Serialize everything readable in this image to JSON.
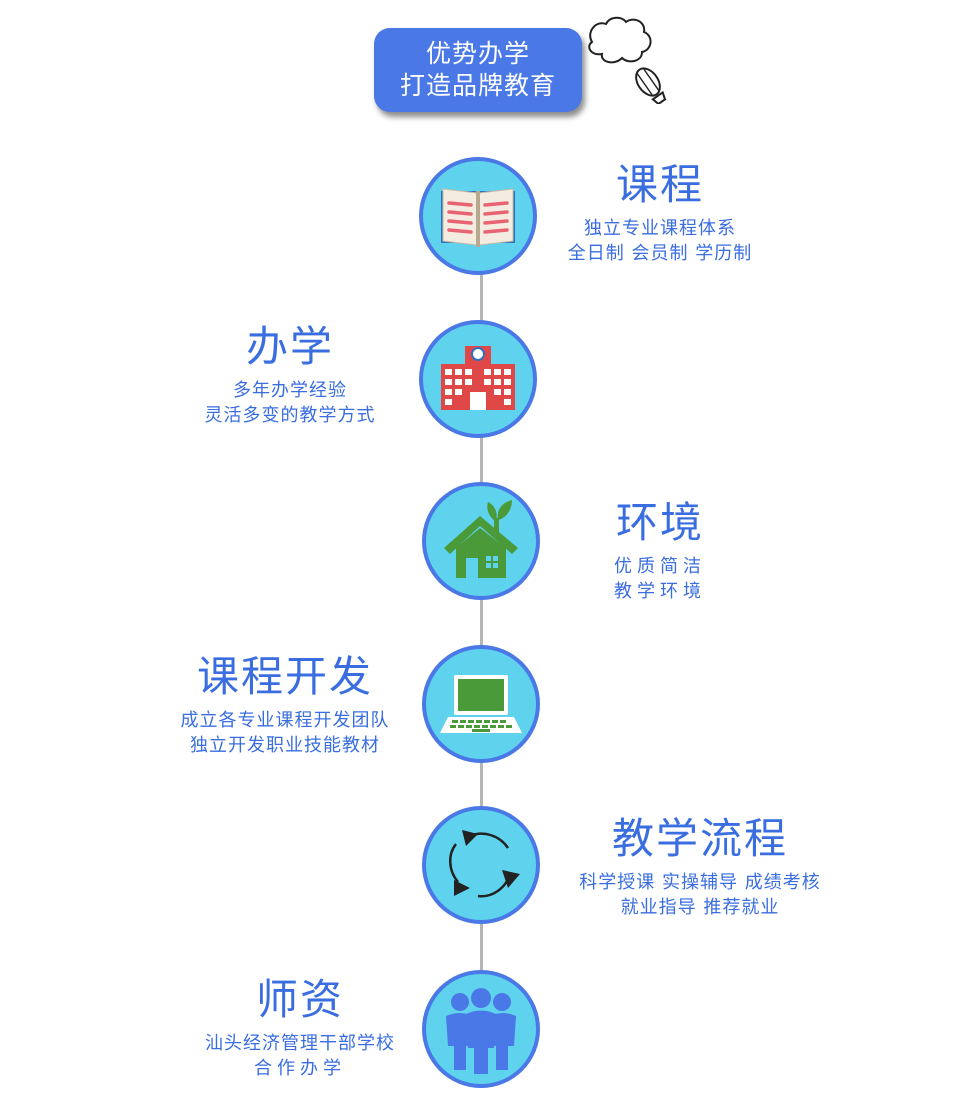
{
  "header": {
    "line1": "优势办学",
    "line2": "打造品牌教育"
  },
  "colors": {
    "accent": "#4a78e6",
    "node_fill": "#5fd3ee",
    "line": "#b5b5b5"
  },
  "items": [
    {
      "icon": "open-book-icon",
      "title": "课程",
      "desc1": "独立专业课程体系",
      "desc2": "全日制 会员制 学历制"
    },
    {
      "icon": "school-building-icon",
      "title": "办学",
      "desc1": "多年办学经验",
      "desc2": "灵活多变的教学方式"
    },
    {
      "icon": "green-house-icon",
      "title": "环境",
      "desc1": "优质简洁",
      "desc2": "教学环境"
    },
    {
      "icon": "laptop-icon",
      "title": "课程开发",
      "desc1": "成立各专业课程开发团队",
      "desc2": "独立开发职业技能教材"
    },
    {
      "icon": "cycle-arrows-icon",
      "title": "教学流程",
      "desc1": "科学授课 实操辅导 成绩考核",
      "desc2": "就业指导 推荐就业"
    },
    {
      "icon": "people-group-icon",
      "title": "师资",
      "desc1": "汕头经济管理干部学校",
      "desc2": "合作办学"
    }
  ]
}
